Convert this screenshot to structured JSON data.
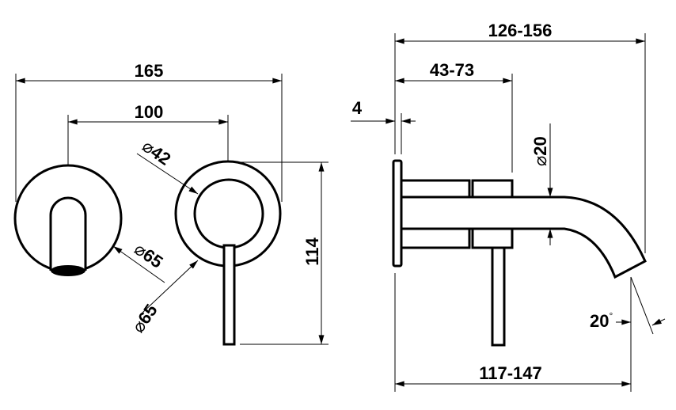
{
  "front_view": {
    "overall_width": "165",
    "center_distance": "100",
    "inner_diameter": "42",
    "spout_plate_diameter": "65",
    "mixer_plate_diameter": "65",
    "height": "114"
  },
  "side_view": {
    "overall_depth": "126-156",
    "body_depth": "43-73",
    "plate_thickness": "4",
    "spout_diameter": "20",
    "spout_reach": "117-147",
    "outlet_angle": "20"
  },
  "symbols": {
    "diameter": "⌀",
    "degree": "°"
  }
}
